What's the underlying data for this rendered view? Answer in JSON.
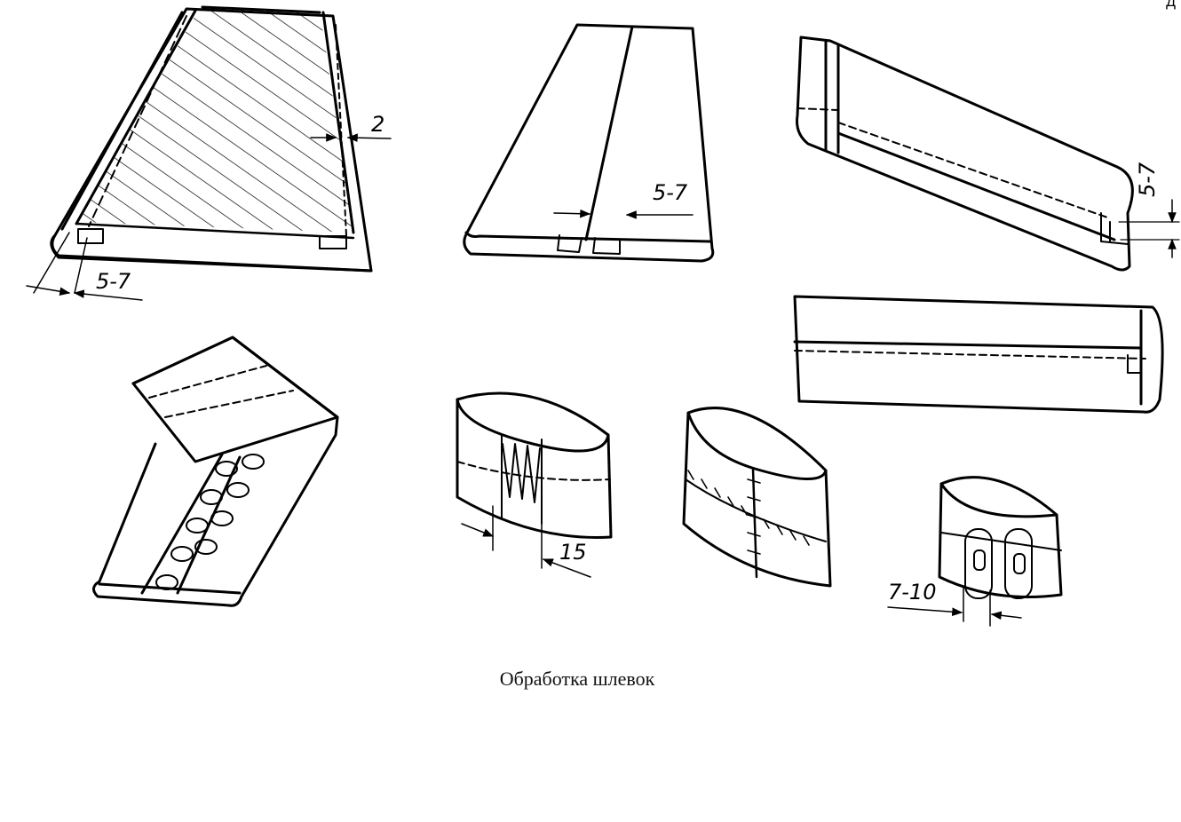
{
  "caption": "Обработка шлевок",
  "corner_text": "Д",
  "dimensions": {
    "fig1_fold_width": "5-7",
    "fig1_edge_gap": "2",
    "fig2_seam_allowance": "5-7",
    "fig3_fold_width": "5-7",
    "fig7_stitch_width": "15",
    "fig9_overlap": "7-10"
  }
}
